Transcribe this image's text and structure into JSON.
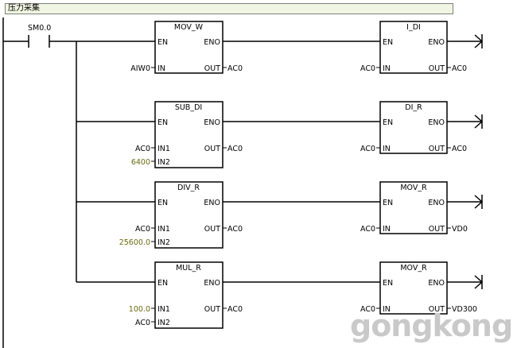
{
  "network": {
    "title": "压力采集"
  },
  "contact": {
    "label": "SM0.0"
  },
  "pins": {
    "en": "EN",
    "eno": "ENO",
    "in": "IN",
    "in1": "IN1",
    "in2": "IN2",
    "out": "OUT"
  },
  "rows": [
    {
      "left": {
        "name": "MOV_W",
        "in": "AIW0",
        "out": "AC0"
      },
      "right": {
        "name": "I_DI",
        "in": "AC0",
        "out": "AC0"
      }
    },
    {
      "left": {
        "name": "SUB_DI",
        "in1": "AC0",
        "in2": "6400",
        "out": "AC0"
      },
      "right": {
        "name": "DI_R",
        "in": "AC0",
        "out": "AC0"
      }
    },
    {
      "left": {
        "name": "DIV_R",
        "in1": "AC0",
        "in2": "25600.0",
        "out": "AC0"
      },
      "right": {
        "name": "MOV_R",
        "in": "AC0",
        "out": "VD0"
      }
    },
    {
      "left": {
        "name": "MUL_R",
        "in1": "100.0",
        "in2": "AC0",
        "out": "AC0"
      },
      "right": {
        "name": "MOV_R",
        "in": "AC0",
        "out": "VD300"
      }
    }
  ],
  "watermark": "gongkong",
  "colors": {
    "constant": "#6b6b10",
    "title_bg": "#f1f6e2",
    "wire": "#000000"
  }
}
